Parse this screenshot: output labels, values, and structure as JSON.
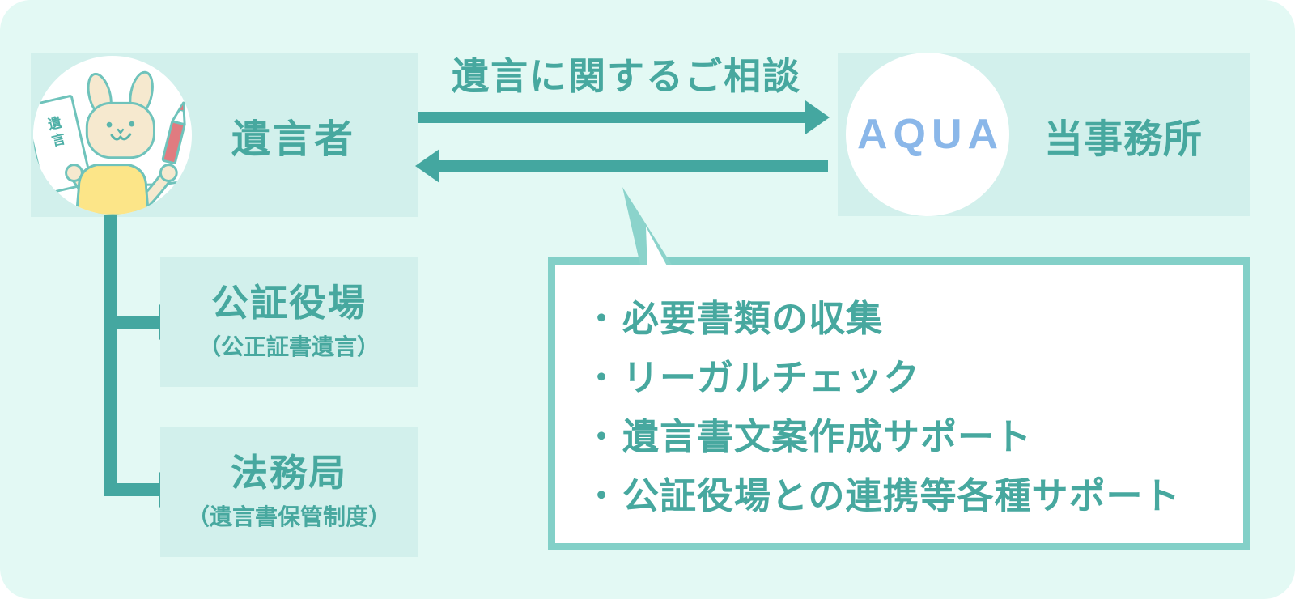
{
  "colors": {
    "canvas_bg": "#e3f9f4",
    "box_fill": "#d2f0ec",
    "teal_text": "#47a89f",
    "arrow_teal": "#44a7a0",
    "bubble_border": "#83d0c8",
    "aqua_blue": "#8ab7e9",
    "rabbit_outline": "#6fc3bb",
    "rabbit_fur": "#f6e9cf",
    "shirt_yellow": "#fce588",
    "pencil_coral": "#e07b80"
  },
  "testator": {
    "label": "遺言者"
  },
  "office": {
    "logo": "AQUA",
    "label": "当事務所"
  },
  "consultation": {
    "label": "遺言に関するご相談"
  },
  "notary": {
    "title": "公証役場",
    "subtitle": "（公正証書遺言）"
  },
  "legal_affairs_bureau": {
    "title": "法務局",
    "subtitle": "（遺言書保管制度）"
  },
  "services": {
    "bullet": "・",
    "items": [
      "必要書類の収集",
      "リーガルチェック",
      "遺言書文案作成サポート",
      "公証役場との連携等各種サポート"
    ]
  },
  "avatar": {
    "paper_text": "遺言"
  }
}
